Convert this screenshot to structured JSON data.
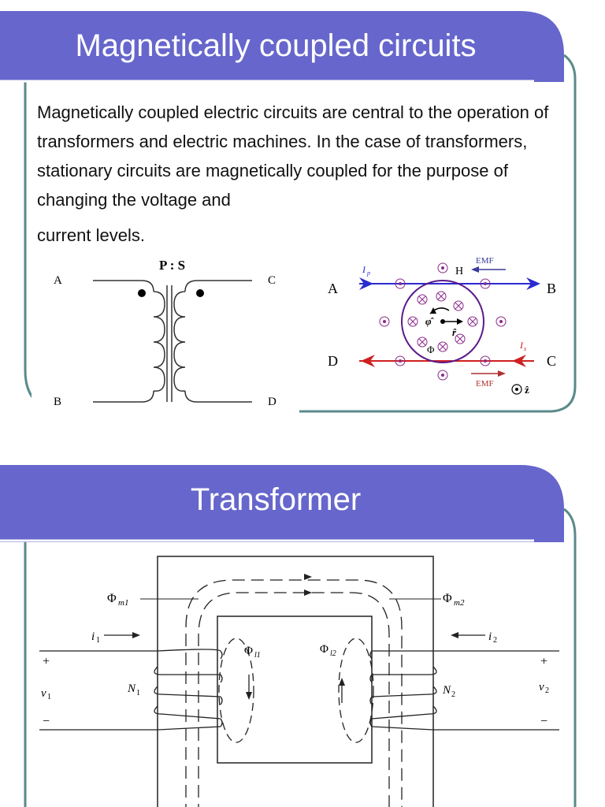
{
  "slide1": {
    "title": "Magnetically coupled circuits",
    "paragraph": "Magnetically coupled electric circuits are central to the operation of transformers and electric machines. In the case of transformers, stationary circuits are magnetically coupled for the purpose of changing the voltage and",
    "paragraph_end": "current levels.",
    "coil_diagram": {
      "ratio_label": "P : S",
      "terminal_a": "A",
      "terminal_b": "B",
      "terminal_c": "C",
      "terminal_d": "D"
    },
    "field_diagram": {
      "label_a": "A",
      "label_b": "B",
      "label_c": "C",
      "label_d": "D",
      "emf_top": "EMF",
      "emf_bottom": "EMF",
      "h_label": "H",
      "ip_label": "I",
      "ip_sub": "p",
      "is_label": "I",
      "is_sub": "s",
      "phi_label": "Φ",
      "phi_hat": "φ̂",
      "r_hat": "r̂",
      "z_hat": "ẑ",
      "colors": {
        "primary": "#2a2ad0",
        "secondary": "#d02020",
        "field": "#8a2a8a",
        "emf_top": "#3a3a9a",
        "emf_bottom": "#b03030"
      }
    }
  },
  "slide2": {
    "title": "Transformer",
    "diagram": {
      "phi_m1": "Φ",
      "phi_m1_sub": "m1",
      "phi_m2": "Φ",
      "phi_m2_sub": "m2",
      "phi_l1": "Φ",
      "phi_l1_sub": "l1",
      "phi_l2": "Φ",
      "phi_l2_sub": "l2",
      "i1": "i",
      "i1_sub": "1",
      "i2": "i",
      "i2_sub": "2",
      "v1": "v",
      "v1_sub": "1",
      "v2": "v",
      "v2_sub": "2",
      "n1": "N",
      "n1_sub": "1",
      "n2": "N",
      "n2_sub": "2",
      "plus": "+",
      "minus": "−"
    }
  },
  "colors": {
    "title_bar": "#6666cc",
    "frame_border": "#5a8a8a"
  }
}
